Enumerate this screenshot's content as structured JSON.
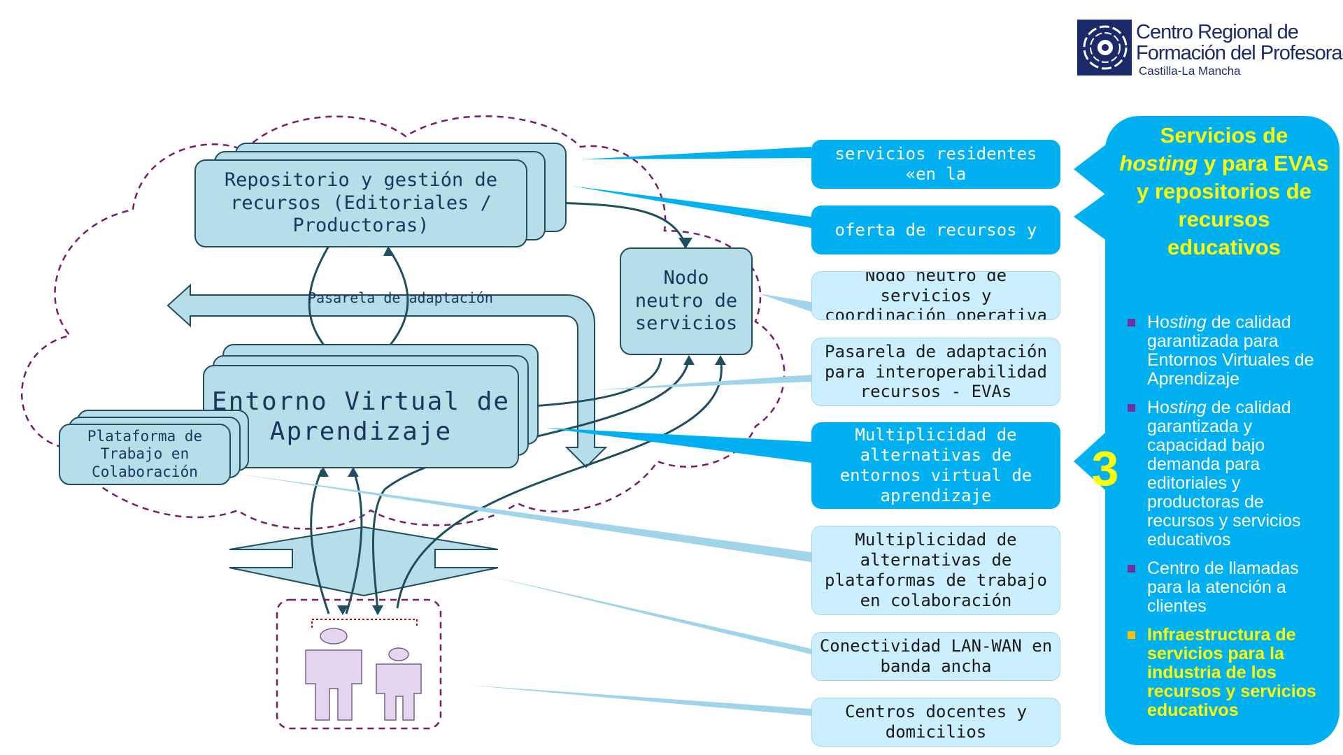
{
  "logo": {
    "line1": "Centro Regional de",
    "line2": "Formación del Profesorado",
    "line3": "Castilla-La Mancha"
  },
  "diagram": {
    "repositorio": "Repositorio y gestión de recursos (Editoriales / Productoras)",
    "nodo": "Nodo neutro de servicios",
    "pasarela": "Pasarela de adaptación",
    "eva": "Entorno Virtual de Aprendizaje",
    "plataforma": "Plataforma de Trabajo en Colaboración"
  },
  "callouts": [
    {
      "text": "servicios residentes «en la",
      "style": "dark"
    },
    {
      "text": "oferta de recursos y",
      "style": "dark"
    },
    {
      "text": "Nodo neutro de servicios y coordinación operativa",
      "style": "light"
    },
    {
      "text": "Pasarela de adaptación para interoperabilidad recursos - EVAs",
      "style": "light"
    },
    {
      "text": "Multiplicidad de alternativas de entornos virtual de aprendizaje",
      "style": "dark"
    },
    {
      "text": "Multiplicidad de alternativas de plataformas de trabajo en colaboración",
      "style": "light"
    },
    {
      "text": "Conectividad LAN-WAN en banda ancha",
      "style": "light"
    },
    {
      "text": "Centros docentes y domicilios",
      "style": "light"
    }
  ],
  "panel": {
    "title_a": "Servicios de",
    "title_b": "hosting",
    "title_c": "y para EVAs y repositorios de recursos educativos",
    "number": "3",
    "items": [
      {
        "pre": "Ho",
        "em": "sting",
        "post": " de calidad garantizada para Entornos Virtuales de Aprendizaje"
      },
      {
        "pre": "Ho",
        "em": "sting",
        "post": " de calidad garantizada y capacidad bajo demanda para editoriales y productoras de recursos y servicios educativos"
      },
      {
        "pre": "",
        "em": "",
        "post": "Centro de llamadas para la atención a clientes"
      },
      {
        "pre": "",
        "em": "",
        "post": "Infraestructura de servicios para la industria de los recursos y servicios educativos"
      }
    ],
    "highlight_item": 3
  },
  "colors": {
    "dark_callout": "#00b0f0",
    "light_callout": "#ccefff",
    "box_fill": "#b7dde8",
    "box_border": "#1f4e5f",
    "cloud": "#7a1a6a",
    "highlight": "#ffff00",
    "bullet": "#7030a0"
  }
}
